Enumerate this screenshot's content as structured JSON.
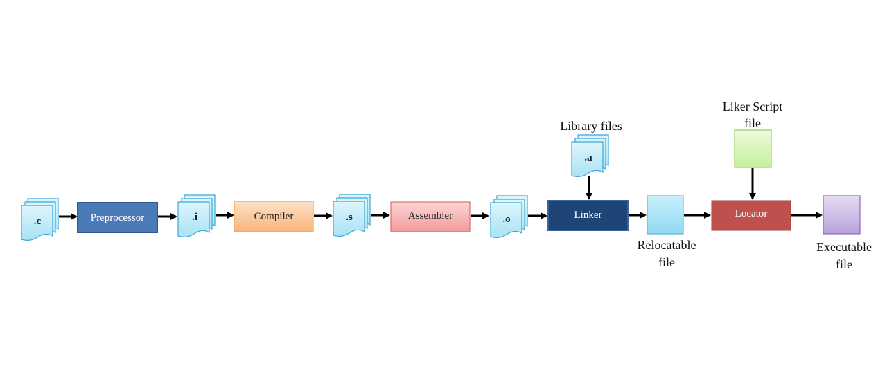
{
  "diagram": {
    "files": {
      "c": ".c",
      "i": ".i",
      "s": ".s",
      "o": ".o",
      "a": ".a"
    },
    "stages": {
      "preprocessor": "Preprocessor",
      "compiler": "Compiler",
      "assembler": "Assembler",
      "linker": "Linker",
      "locator": "Locator"
    },
    "labels": {
      "library_files": "Library files",
      "liker_script_line1": "Liker Script",
      "liker_script_line2": "file",
      "relocatable_line1": "Relocatable",
      "relocatable_line2": "file",
      "executable_line1": "Executable",
      "executable_line2": "file"
    },
    "colors": {
      "doc_fill": "#bfe9f7",
      "doc_stroke": "#3aa8d8",
      "preprocessor": "#4a7ab8",
      "compiler": "#fbc79a",
      "assembler": "#f7b3b3",
      "linker": "#1f4576",
      "locator": "#c0504d",
      "relocatable": "#a6e3f5",
      "liker_script": "#d8f5b8",
      "executable": "#cdb8e6",
      "arrow": "#000000"
    }
  }
}
